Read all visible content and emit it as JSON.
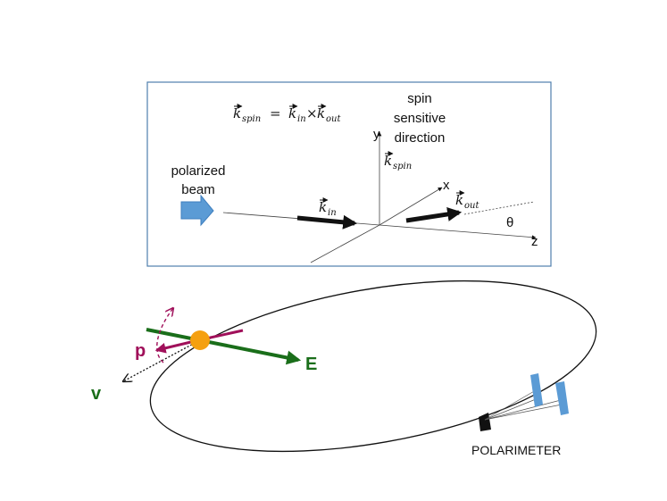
{
  "formula": {
    "lhs_base": "k",
    "lhs_sub": "spin",
    "equals": "=",
    "rhs1_base": "k",
    "rhs1_sub": "in",
    "times": "×",
    "rhs2_base": "k",
    "rhs2_sub": "out"
  },
  "inset": {
    "spin_line1": "spin",
    "spin_line2": "sensitive",
    "spin_line3": "direction",
    "beam_line1": "polarized",
    "beam_line2": "beam",
    "axis_y": "y",
    "axis_x": "x",
    "axis_z": "z",
    "angle": "θ",
    "k_spin_base": "k",
    "k_spin_sub": "spin",
    "k_in_base": "k",
    "k_in_sub": "in",
    "k_out_base": "k",
    "k_out_sub": "out",
    "beam_arrow_color": "#5b9bd5"
  },
  "ring": {
    "label_p": "p",
    "label_e": "E",
    "label_v": "v",
    "polarimeter": "POLARIMETER",
    "colors": {
      "p": "#a0105a",
      "e": "#1a6e1a",
      "particle": "#f5a010",
      "detector": "#5b9bd5"
    }
  }
}
